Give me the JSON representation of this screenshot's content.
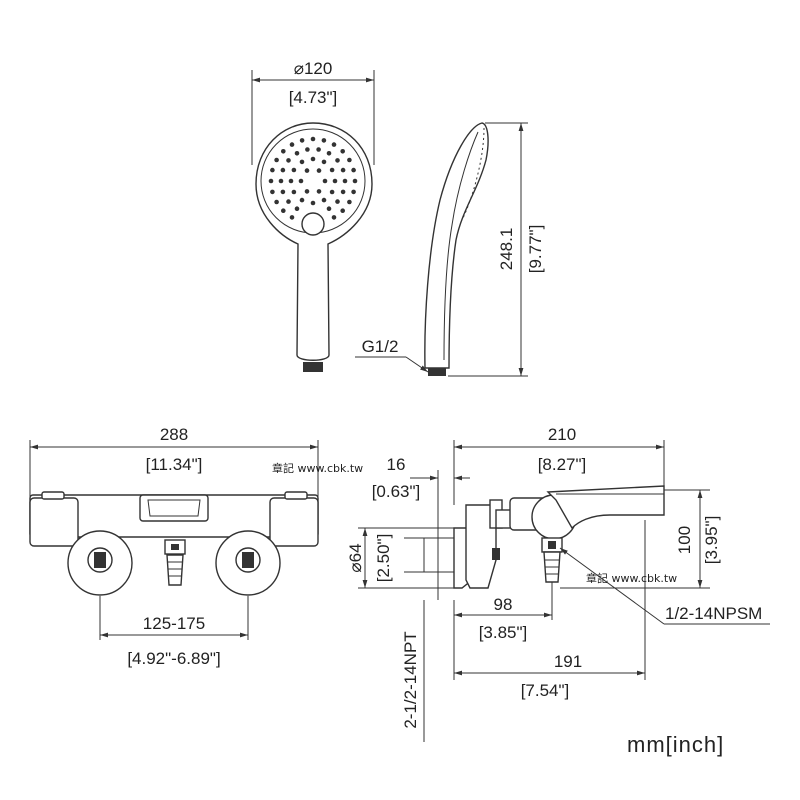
{
  "handshower": {
    "diameter_mm": "120",
    "diameter_in": "[4.73\"]",
    "length_mm": "248.1",
    "length_in": "[9.77\"]",
    "connection": "G1/2"
  },
  "mixer_front": {
    "width_mm": "288",
    "width_in": "[11.34\"]",
    "centers_mm": "125-175",
    "centers_in": "[4.92\"-6.89\"]"
  },
  "mixer_side": {
    "depth_mm": "210",
    "depth_in": "[8.27\"]",
    "offset_mm": "16",
    "offset_in": "[0.63\"]",
    "flange_mm": "64",
    "flange_in": "[2.50\"]",
    "height_mm": "100",
    "height_in": "[3.95\"]",
    "outlet_mm": "98",
    "outlet_in": "[3.85\"]",
    "projection_mm": "191",
    "projection_in": "[7.54\"]",
    "inlet_thread": "2-1/2-14NPT",
    "outlet_thread": "1/2-14NPSM"
  },
  "watermark": "章記 www.cbk.tw",
  "units": "mm[inch]"
}
